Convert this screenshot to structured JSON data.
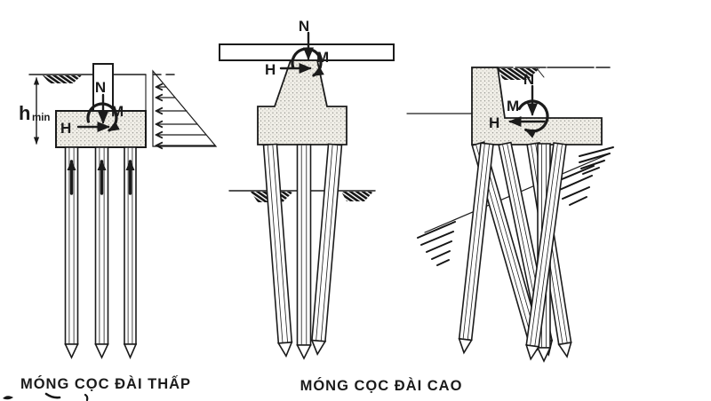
{
  "colors": {
    "background": "#ffffff",
    "ink": "#1b1b1b",
    "cap_fill": "#f0eee7"
  },
  "labels": {
    "axial_force": "N",
    "moment": "M",
    "horizontal_force": "H",
    "min_depth_main": "h",
    "min_depth_sub": "min"
  },
  "captions": {
    "low_cap": "MÓNG CỌC ĐÀI THẤP",
    "high_cap": "MÓNG CỌC ĐÀI CAO"
  }
}
